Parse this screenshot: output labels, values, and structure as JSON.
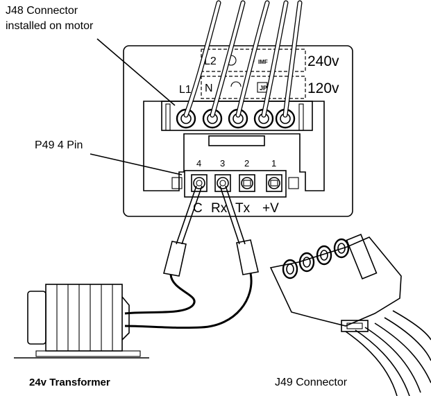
{
  "labels": {
    "j48_connector_line1": "J48 Connector",
    "j48_connector_line2": "installed on motor",
    "p49_label": "P49 4 Pin",
    "transformer_label": "24v Transformer",
    "j49_label": "J49 Connector",
    "voltage_240": "240v",
    "voltage_120": "120v"
  },
  "pins": {
    "numbers": [
      "4",
      "3",
      "2",
      "1"
    ],
    "signals": [
      "C",
      "Rx",
      "Tx",
      "+V"
    ]
  },
  "terminals": {
    "top_left": "L2",
    "mid_left": "L1",
    "mid_n": "N"
  }
}
